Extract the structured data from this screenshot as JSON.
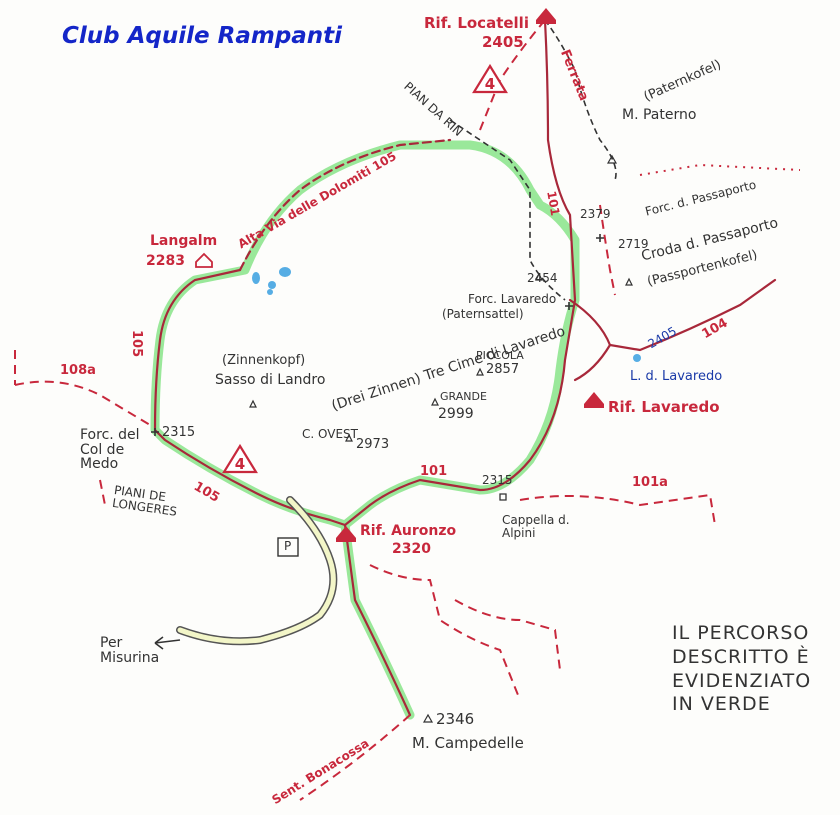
{
  "title": "Club Aquile Rampanti",
  "note": "IL PERCORSO\nDESCRITTO È\nEVIDENZIATO\nIN VERDE",
  "trail_numbers": [
    "105",
    "101",
    "104",
    "108a",
    "101a",
    "4"
  ],
  "huts": {
    "locatelli": {
      "name": "Rif. Locatelli",
      "alt": "2405"
    },
    "auronzo": {
      "name": "Rif. Auronzo",
      "alt": "2320"
    },
    "lavaredo": {
      "name": "Rif. Lavaredo"
    },
    "langalm": {
      "name": "Langalm",
      "alt": "2283"
    }
  },
  "labels": {
    "ferrata": "Ferrata",
    "pian_da_rin": "PIAN DA RIN",
    "alta_via": "Alta Via delle Dolomiti 105",
    "paterno": "M. Paterno",
    "paternkofel": "(Paternkofel)",
    "passaporto": "Forc. d. Passaporto",
    "alt_2379": "2379",
    "alt_2719": "2719",
    "croda": "Croda d. Passaporto",
    "passportenkofel": "(Passportenkofel)",
    "alt_2454": "2454",
    "forc_lavaredo": "Forc. Lavaredo",
    "paternsattel": "(Paternsattel)",
    "alt_2405_lake": "2405",
    "lago": "L. d. Lavaredo",
    "zinnenkopf": "(Zinnenkopf)",
    "sasso": "Sasso di Landro",
    "tre_cime": "(Drei Zinnen) Tre Cime di Lavaredo",
    "piccola": "PICCOLA",
    "alt_2857": "2857",
    "grande": "GRANDE",
    "alt_2999": "2999",
    "ovest": "C. OVEST",
    "alt_2973": "2973",
    "forc_medo": "Forc. del Col de Medo",
    "alt_2315": "2315",
    "piani": "PIANI DE LONGERES",
    "parking": "P",
    "alt_2315b": "2315",
    "cappella": "Cappella d. Alpini",
    "misurina": "Per Misurina",
    "campedelle": "M. Campedelle",
    "alt_2346": "2346",
    "bonacossa": "Sent. Bonacossa"
  },
  "colors": {
    "route": "#7fe37f",
    "trail": "#c8283c",
    "title": "#1426c8",
    "lake": "#3aa0e0"
  }
}
